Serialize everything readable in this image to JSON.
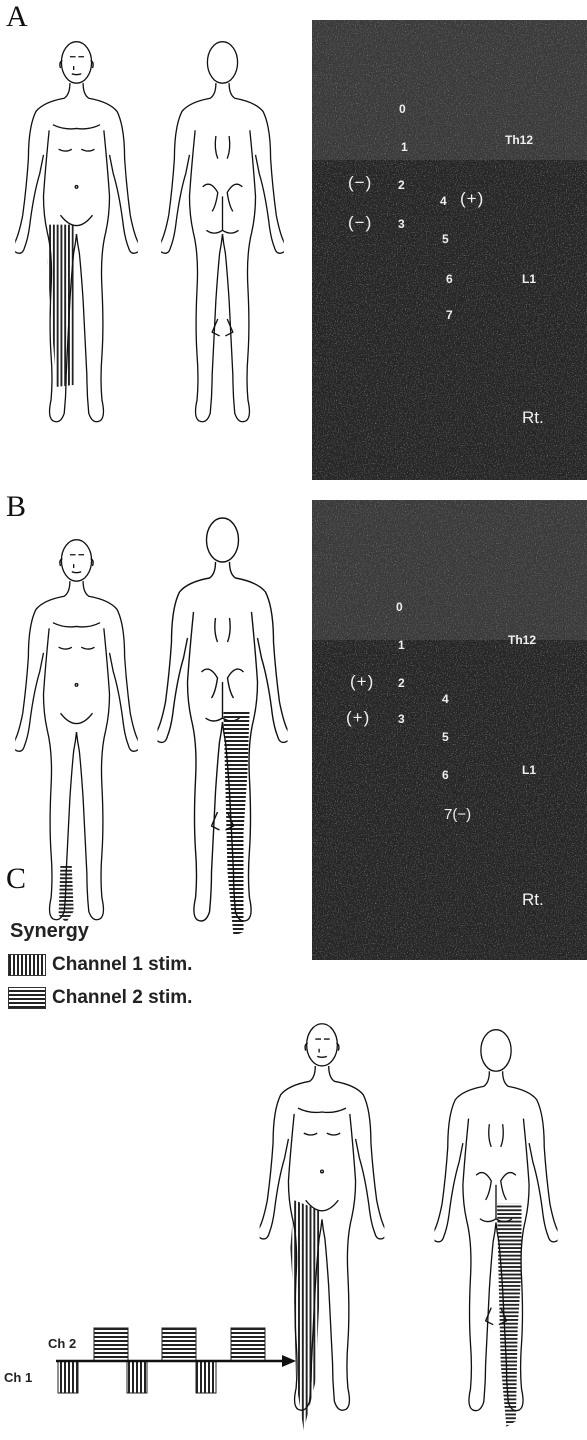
{
  "panels": [
    {
      "letter": "A",
      "xray": {
        "contacts": [
          "0",
          "1",
          "2",
          "3",
          "4",
          "5",
          "6",
          "7"
        ],
        "polarity_markers": [
          "(−)",
          "(−)",
          "(+)"
        ],
        "vertebra_labels": [
          "Th12",
          "L1"
        ],
        "side": "Rt."
      },
      "shaded_regions": {
        "front": "right-thigh-vertical-stripes",
        "back": "none"
      }
    },
    {
      "letter": "B",
      "xray": {
        "contacts": [
          "0",
          "1",
          "2",
          "3",
          "4",
          "5",
          "6",
          "7(−)"
        ],
        "polarity_markers": [
          "(+)",
          "(+)"
        ],
        "vertebra_labels": [
          "Th12",
          "L1"
        ],
        "side": "Rt."
      },
      "shaded_regions": {
        "front": "foot-horizontal-stripes",
        "back": "posterior-leg-horizontal-stripes"
      }
    },
    {
      "letter": "C",
      "legend": {
        "title": "Synergy",
        "items": [
          {
            "label": "Channel 1 stim.",
            "pattern": "vertical-stripes"
          },
          {
            "label": "Channel 2 stim.",
            "pattern": "horizontal-stripes"
          }
        ]
      },
      "pulse_diagram": {
        "ch2_label": "Ch 2",
        "ch1_label": "Ch 1"
      }
    }
  ],
  "colors": {
    "ink": "#111111",
    "xray_bg": "#262626",
    "xray_text": "#f0f0f0"
  }
}
